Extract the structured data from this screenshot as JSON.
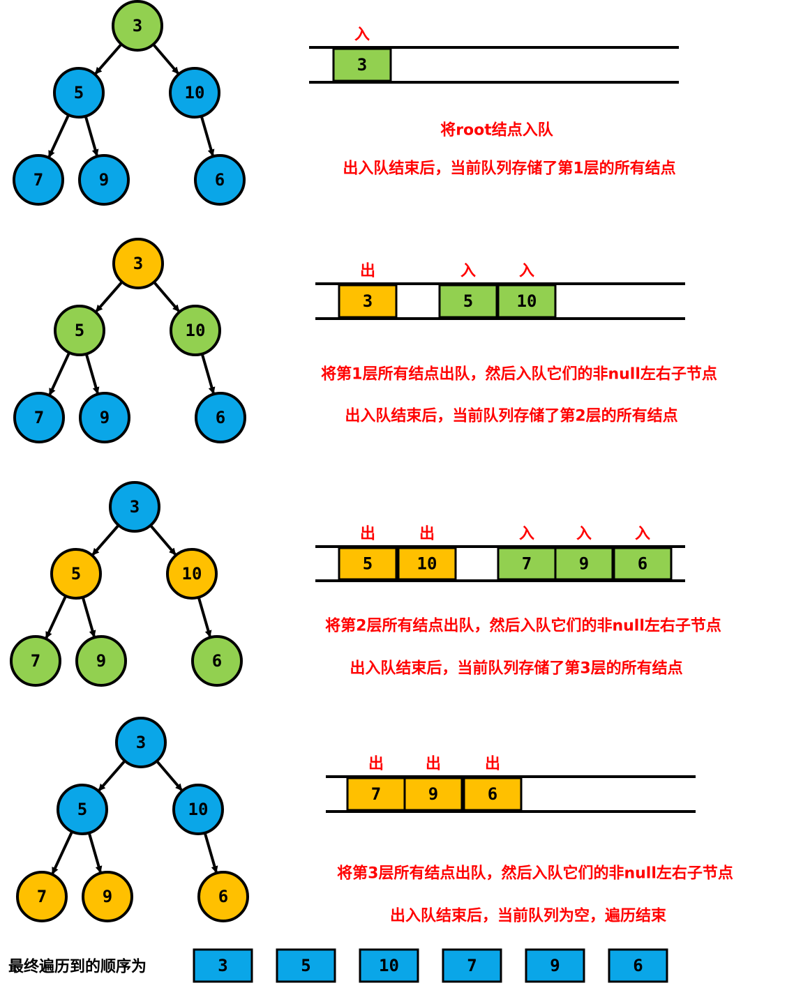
{
  "colors": {
    "blue": "#0aa6e8",
    "green": "#92d050",
    "orange": "#ffc000",
    "red": "#ff0000",
    "stroke": "#000000"
  },
  "labels": {
    "in": "入",
    "out": "出"
  },
  "steps": [
    {
      "tree": {
        "root": "3",
        "left": "5",
        "right": "10",
        "ll": "7",
        "lr": "9",
        "rr": "6"
      },
      "tree_colors": {
        "root": "green",
        "left": "blue",
        "right": "blue",
        "ll": "blue",
        "lr": "blue",
        "rr": "blue"
      },
      "queue": [
        {
          "value": "3",
          "color": "green",
          "mark": "in"
        }
      ],
      "captions": [
        "将root结点入队",
        "出入队结束后，当前队列存储了第1层的所有结点"
      ]
    },
    {
      "tree": {
        "root": "3",
        "left": "5",
        "right": "10",
        "ll": "7",
        "lr": "9",
        "rr": "6"
      },
      "tree_colors": {
        "root": "orange",
        "left": "green",
        "right": "green",
        "ll": "blue",
        "lr": "blue",
        "rr": "blue"
      },
      "queue": [
        {
          "value": "3",
          "color": "orange",
          "mark": "out"
        },
        {
          "value": "5",
          "color": "green",
          "mark": "in"
        },
        {
          "value": "10",
          "color": "green",
          "mark": "in"
        }
      ],
      "captions": [
        "将第1层所有结点出队，然后入队它们的非null左右子节点",
        "出入队结束后，当前队列存储了第2层的所有结点"
      ]
    },
    {
      "tree": {
        "root": "3",
        "left": "5",
        "right": "10",
        "ll": "7",
        "lr": "9",
        "rr": "6"
      },
      "tree_colors": {
        "root": "blue",
        "left": "orange",
        "right": "orange",
        "ll": "green",
        "lr": "green",
        "rr": "green"
      },
      "queue": [
        {
          "value": "5",
          "color": "orange",
          "mark": "out"
        },
        {
          "value": "10",
          "color": "orange",
          "mark": "out"
        },
        {
          "value": "7",
          "color": "green",
          "mark": "in"
        },
        {
          "value": "9",
          "color": "green",
          "mark": "in"
        },
        {
          "value": "6",
          "color": "green",
          "mark": "in"
        }
      ],
      "captions": [
        "将第2层所有结点出队，然后入队它们的非null左右子节点",
        "出入队结束后，当前队列存储了第3层的所有结点"
      ]
    },
    {
      "tree": {
        "root": "3",
        "left": "5",
        "right": "10",
        "ll": "7",
        "lr": "9",
        "rr": "6"
      },
      "tree_colors": {
        "root": "blue",
        "left": "blue",
        "right": "blue",
        "ll": "orange",
        "lr": "orange",
        "rr": "orange"
      },
      "queue": [
        {
          "value": "7",
          "color": "orange",
          "mark": "out"
        },
        {
          "value": "9",
          "color": "orange",
          "mark": "out"
        },
        {
          "value": "6",
          "color": "orange",
          "mark": "out"
        }
      ],
      "captions": [
        "将第3层所有结点出队，然后入队它们的非null左右子节点",
        "出入队结束后，当前队列为空，遍历结束"
      ]
    }
  ],
  "result": {
    "label": "最终遍历到的顺序为",
    "values": [
      "3",
      "5",
      "10",
      "7",
      "9",
      "6"
    ],
    "color": "blue"
  }
}
